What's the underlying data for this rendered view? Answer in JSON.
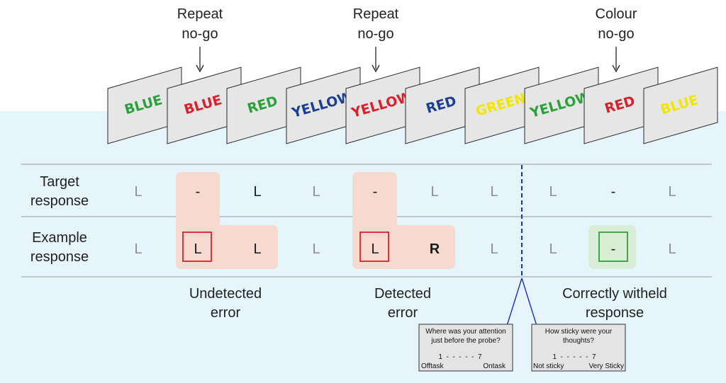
{
  "annotations": [
    {
      "line1": "Repeat",
      "line2": "no-go"
    },
    {
      "line1": "Repeat",
      "line2": "no-go"
    },
    {
      "line1": "Colour",
      "line2": "no-go"
    }
  ],
  "cards": [
    {
      "word": "BLUE",
      "color": "#2aa13a"
    },
    {
      "word": "BLUE",
      "color": "#d9202b"
    },
    {
      "word": "RED",
      "color": "#2aa13a"
    },
    {
      "word": "YELLOW",
      "color": "#1c3f96"
    },
    {
      "word": "YELLOW",
      "color": "#d9202b"
    },
    {
      "word": "RED",
      "color": "#1c3f96"
    },
    {
      "word": "GREEN",
      "color": "#f2e600"
    },
    {
      "word": "YELLOW",
      "color": "#2aa13a"
    },
    {
      "word": "RED",
      "color": "#d9202b"
    },
    {
      "word": "BLUE",
      "color": "#f2e600"
    }
  ],
  "rows": {
    "target": {
      "label1": "Target",
      "label2": "response",
      "values": [
        "L",
        "-",
        "L",
        "L",
        "-",
        "L",
        "L",
        "L",
        "-",
        "L"
      ]
    },
    "example": {
      "label1": "Example",
      "label2": "response",
      "values": [
        "L",
        "L",
        "L",
        "L",
        "L",
        "R",
        "L",
        "L",
        "-",
        "L"
      ]
    }
  },
  "outcomes": [
    {
      "line1": "Undetected",
      "line2": "error"
    },
    {
      "line1": "Detected",
      "line2": "error"
    },
    {
      "line1": "Correctly witheld",
      "line2": "response"
    }
  ],
  "probes": [
    {
      "q1": "Where was your attention",
      "q2": "just before the probe?",
      "scale": "1  -  -  -  -  -  7",
      "low": "Offtask",
      "high": "Ontask"
    },
    {
      "q1": "How sticky were your",
      "q2": "thoughts?",
      "scale": "1  -  -  -  -  -  7",
      "low": "Not sticky",
      "high": "Very Sticky"
    }
  ],
  "colors": {
    "background_top": "#ffffff",
    "background_bottom": "#e6f4fb",
    "error_highlight": "#f6d9cf",
    "correct_highlight": "#d9ecd6",
    "error_box": "#d9202b",
    "correct_box": "#2aa13a",
    "probe_line": "#1a33b5"
  }
}
